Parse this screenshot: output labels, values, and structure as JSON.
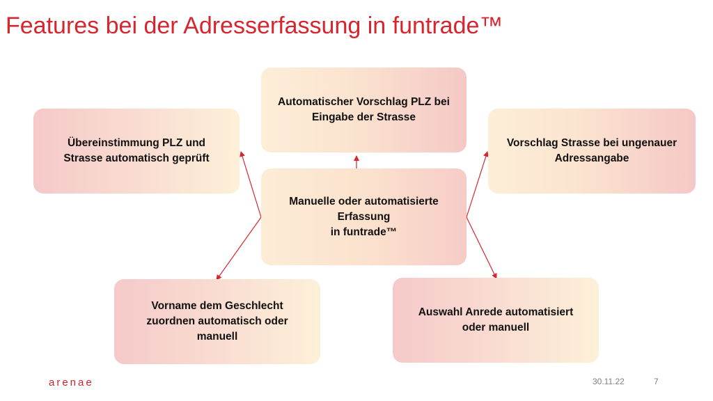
{
  "slide": {
    "title": "Features bei der Adresserfassung in funtrade™"
  },
  "diagram": {
    "center": "Manuelle oder automatisierte\nErfassung\nin funtrade™",
    "nodes": {
      "top": "Automatischer Vorschlag PLZ bei\nEingabe der Strasse",
      "left": "Übereinstimmung PLZ und\nStrasse automatisch geprüft",
      "right": "Vorschlag Strasse bei ungenauer\nAdressangabe",
      "bottom_left": "Vorname dem Geschlecht\nzuordnen automatisch oder\nmanuell",
      "bottom_right": "Auswahl Anrede automatisiert\noder manuell"
    },
    "colors": {
      "arrow": "#d7252f",
      "box_warm": "#fdeed8",
      "box_pink": "#f5c9c9"
    }
  },
  "footer": {
    "brand": "arenae",
    "date": "30.11.22",
    "page": "7"
  }
}
